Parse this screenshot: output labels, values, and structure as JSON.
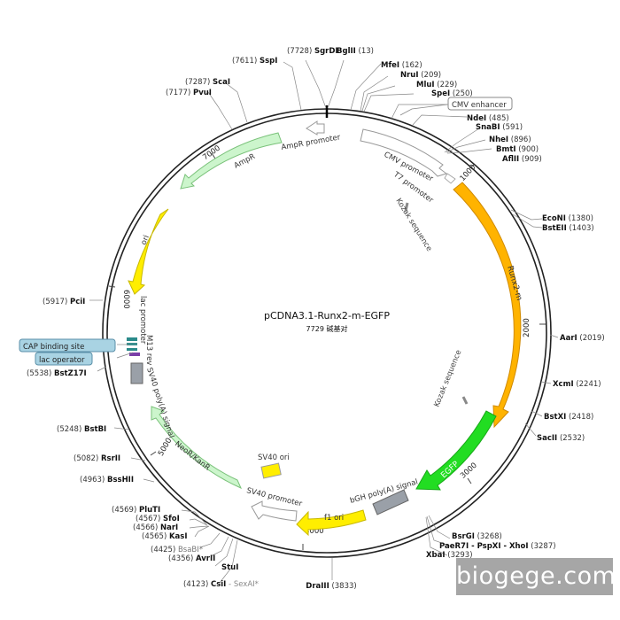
{
  "plasmid": {
    "name": "pCDNA3.1-Runx2-m-EGFP",
    "size": "7729 碱基对"
  },
  "ticks": [
    "1000",
    "2000",
    "3000",
    "4000",
    "5000",
    "6000",
    "7000"
  ],
  "features": [
    {
      "label": "CMV promoter",
      "color": "#ffffff"
    },
    {
      "label": "T7 promoter",
      "color": "#ffffff"
    },
    {
      "label": "Kozak sequence",
      "color": "#808080"
    },
    {
      "label": "Runx2-m",
      "color": "#ffb300"
    },
    {
      "label": "Kozak sequence",
      "color": "#808080"
    },
    {
      "label": "EGFP",
      "color": "#22dd22"
    },
    {
      "label": "bGH poly(A) signal",
      "color": "#9aa0a8"
    },
    {
      "label": "f1 ori",
      "color": "#ffee00"
    },
    {
      "label": "SV40 promoter",
      "color": "#ffffff"
    },
    {
      "label": "SV40 ori",
      "color": "#ffee00"
    },
    {
      "label": "NeoR/KanR",
      "color": "#ccf5cc"
    },
    {
      "label": "SV40 poly(A) signal",
      "color": "#9aa0a8"
    },
    {
      "label": "M13 rev",
      "color": "#2a8a8a"
    },
    {
      "label": "lac promoter",
      "color": "#ffffff"
    },
    {
      "label": "ori",
      "color": "#ffee00"
    },
    {
      "label": "AmpR",
      "color": "#ccf5cc"
    },
    {
      "label": "AmpR promoter",
      "color": "#ffffff"
    }
  ],
  "sites": [
    {
      "name": "SgrDI",
      "pos": "(7728)"
    },
    {
      "name": "BglII",
      "pos": "(13)"
    },
    {
      "name": "MfeI",
      "pos": "(162)"
    },
    {
      "name": "NruI",
      "pos": "(209)"
    },
    {
      "name": "MluI",
      "pos": "(229)"
    },
    {
      "name": "SpeI",
      "pos": "(250)"
    },
    {
      "name": "NdeI",
      "pos": "(485)"
    },
    {
      "name": "SnaBI",
      "pos": "(591)"
    },
    {
      "name": "NheI",
      "pos": "(896)"
    },
    {
      "name": "BmtI",
      "pos": "(900)"
    },
    {
      "name": "AflII",
      "pos": "(909)"
    },
    {
      "name": "EcoNI",
      "pos": "(1380)"
    },
    {
      "name": "BstEII",
      "pos": "(1403)"
    },
    {
      "name": "AarI",
      "pos": "(2019)"
    },
    {
      "name": "XcmI",
      "pos": "(2241)"
    },
    {
      "name": "BstXI",
      "pos": "(2418)"
    },
    {
      "name": "SacII",
      "pos": "(2532)"
    },
    {
      "name": "BsrGI",
      "pos": "(3268)"
    },
    {
      "name": "PaeR7I - PspXI - XhoI",
      "pos": "(3287)"
    },
    {
      "name": "XbaI",
      "pos": "(3293)"
    },
    {
      "name": "DraIII",
      "pos": "(3833)"
    },
    {
      "name": "CsiI",
      "pos": "(4123)",
      "extra": " - SexAI*"
    },
    {
      "name": "StuI",
      "pos": ""
    },
    {
      "name": "AvrII",
      "pos": "(4356)"
    },
    {
      "name": "BsaBI*",
      "pos": "(4425)"
    },
    {
      "name": "KasI",
      "pos": "(4565)"
    },
    {
      "name": "NarI",
      "pos": "(4566)"
    },
    {
      "name": "SfoI",
      "pos": "(4567)"
    },
    {
      "name": "PluTI",
      "pos": "(4569)"
    },
    {
      "name": "BssHII",
      "pos": "(4963)"
    },
    {
      "name": "RsrII",
      "pos": "(5082)"
    },
    {
      "name": "BstBI",
      "pos": "(5248)"
    },
    {
      "name": "BstZ17I",
      "pos": "(5538)"
    },
    {
      "name": "PciI",
      "pos": "(5917)"
    },
    {
      "name": "PvuI",
      "pos": "(7177)"
    },
    {
      "name": "ScaI",
      "pos": "(7287)"
    },
    {
      "name": "SspI",
      "pos": "(7611)"
    }
  ],
  "boxed_labels": [
    "CMV enhancer",
    "CAP binding site",
    "lac operator"
  ],
  "colors": {
    "box_fill": "#a9d3e3",
    "box_stroke": "#5a8fa8",
    "ring": "#222222"
  },
  "watermark": "biogege.com"
}
